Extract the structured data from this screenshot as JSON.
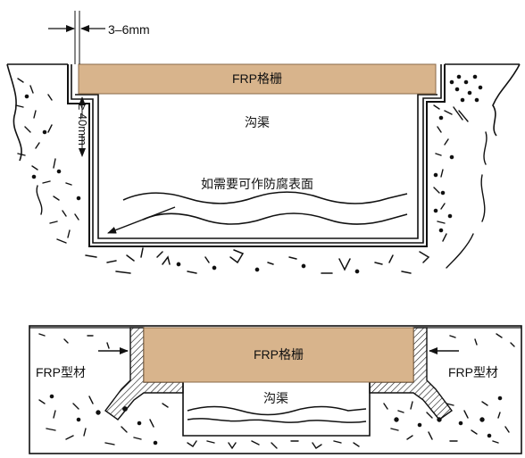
{
  "colors": {
    "grating_fill": "#d8b48c",
    "grating_stroke": "#8a6a48",
    "line": "#111111"
  },
  "top_diagram": {
    "gap_dimension": "3–6mm",
    "grating_label": "FRP格栅",
    "depth_dimension": "≥ 40mm",
    "trench_label": "沟渠",
    "coating_note": "如需要可作防腐表面"
  },
  "bottom_diagram": {
    "grating_label": "FRP格栅",
    "profile_left_label": "FRP型材",
    "profile_right_label": "FRP型材",
    "trench_label": "沟渠"
  }
}
